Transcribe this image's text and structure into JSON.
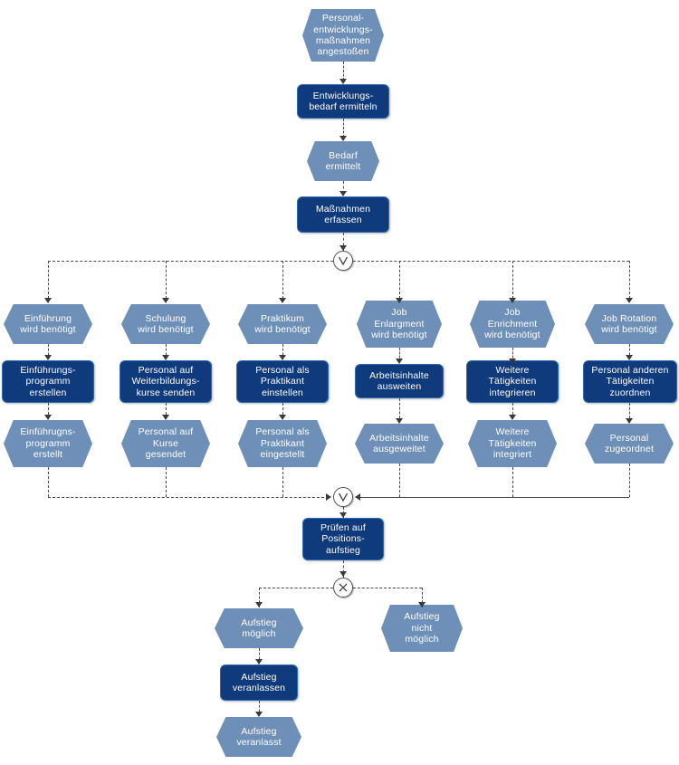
{
  "diagram": {
    "type": "epc",
    "title": "Personalentwicklungsmaßnahmen EPK",
    "colors": {
      "function_fill": "#0f3b7c",
      "function_border": "#2f6bb0",
      "event_fill": "#6e90b8",
      "connector_fill": "#ffffff",
      "connector_border": "#555555",
      "edge": "#4a4a4a",
      "text": "#ffffff",
      "background": "#ffffff"
    },
    "legend": {
      "function_shape": "rounded-rectangle",
      "event_shape": "hexagon",
      "connector_or": "V",
      "connector_xor": "X"
    }
  },
  "nodes": {
    "start_event": {
      "kind": "event",
      "label": "Personal-\nentwicklungs-\nmaßnahmen\nangestoßen"
    },
    "f_bedarf_ermitteln": {
      "kind": "function",
      "label": "Entwicklungs-\nbedarf ermitteln"
    },
    "e_bedarf_ermittelt": {
      "kind": "event",
      "label": "Bedarf\nermittelt"
    },
    "f_massnahmen_erfassen": {
      "kind": "function",
      "label": "Maßnahmen\nerfassen"
    },
    "e_einfuehrung_benoetigt": {
      "kind": "event",
      "label": "Einführung\nwird benötigt"
    },
    "f_einfuehrungsprogramm_erstellen": {
      "kind": "function",
      "label": "Einführungs-\nprogramm\nerstellen"
    },
    "e_einfuehrungsprogramm_erstellt": {
      "kind": "event",
      "label": "Einführugns-\nprogramm\nerstellt"
    },
    "e_schulung_benoetigt": {
      "kind": "event",
      "label": "Schulung\nwird benötigt"
    },
    "f_weiterbildungskurse_senden": {
      "kind": "function",
      "label": "Personal auf\nWeiterbildungs-\nkurse senden"
    },
    "e_kurse_gesendet": {
      "kind": "event",
      "label": "Personal auf\nKurse\ngesendet"
    },
    "e_praktikum_benoetigt": {
      "kind": "event",
      "label": "Praktikum\nwird benötigt"
    },
    "f_praktikant_einstellen": {
      "kind": "function",
      "label": "Personal als\nPraktikant\neinstellen"
    },
    "e_praktikant_eingestellt": {
      "kind": "event",
      "label": "Personal als\nPraktikant\neingestellt"
    },
    "e_job_enlargement_benoetigt": {
      "kind": "event",
      "label": "Job\nEnlargment\nwird benötigt"
    },
    "f_arbeitsinhalte_ausweiten": {
      "kind": "function",
      "label": "Arbeitsinhalte\nausweiten"
    },
    "e_arbeitsinhalte_ausgeweitet": {
      "kind": "event",
      "label": "Arbeitsinhalte\nausgeweitet"
    },
    "e_job_enrichment_benoetigt": {
      "kind": "event",
      "label": "Job\nEnrichment\nwird benötigt"
    },
    "f_taetigkeiten_integrieren": {
      "kind": "function",
      "label": "Weitere\nTätigkeiten\nintegrieren"
    },
    "e_taetigkeiten_integriert": {
      "kind": "event",
      "label": "Weitere\nTätigkeiten\nintegriert"
    },
    "e_job_rotation_benoetigt": {
      "kind": "event",
      "label": "Job Rotation\nwird benötigt"
    },
    "f_taetigkeiten_zuordnen": {
      "kind": "function",
      "label": "Personal anderen\nTätigkeiten\nzuordnen"
    },
    "e_personal_zugeordnet": {
      "kind": "event",
      "label": "Personal\nzugeordnet"
    },
    "f_pruefen_positionsaufstieg": {
      "kind": "function",
      "label": "Prüfen auf\nPositions-\naufstieg"
    },
    "e_aufstieg_moeglich": {
      "kind": "event",
      "label": "Aufstieg\nmöglich"
    },
    "e_aufstieg_nicht_moeglich": {
      "kind": "event",
      "label": "Aufstieg\nnicht\nmöglich"
    },
    "f_aufstieg_veranlassen": {
      "kind": "function",
      "label": "Aufstieg\nveranlassen"
    },
    "e_aufstieg_veranlasst": {
      "kind": "event",
      "label": "Aufstieg\nveranlasst"
    }
  },
  "connectors": {
    "or_split": {
      "symbol": "V",
      "type": "OR"
    },
    "or_join": {
      "symbol": "V",
      "type": "OR"
    },
    "xor_split": {
      "symbol": "X",
      "type": "XOR"
    }
  }
}
